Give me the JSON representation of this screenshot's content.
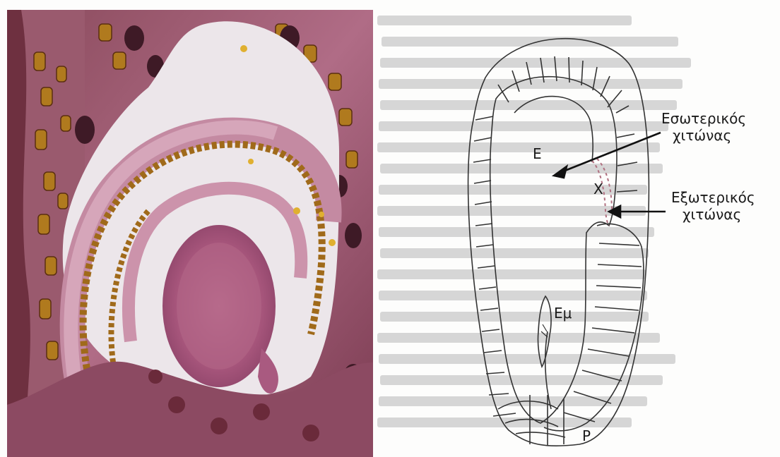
{
  "figure": {
    "labels": {
      "E": "E",
      "X": "X",
      "Em": "Εμ",
      "P": "P",
      "inner_line1": "Εσωτερικός",
      "inner_line2": "χιτώνας",
      "outer_line1": "Εξωτερικός",
      "outer_line2": "χιτώνας"
    }
  }
}
